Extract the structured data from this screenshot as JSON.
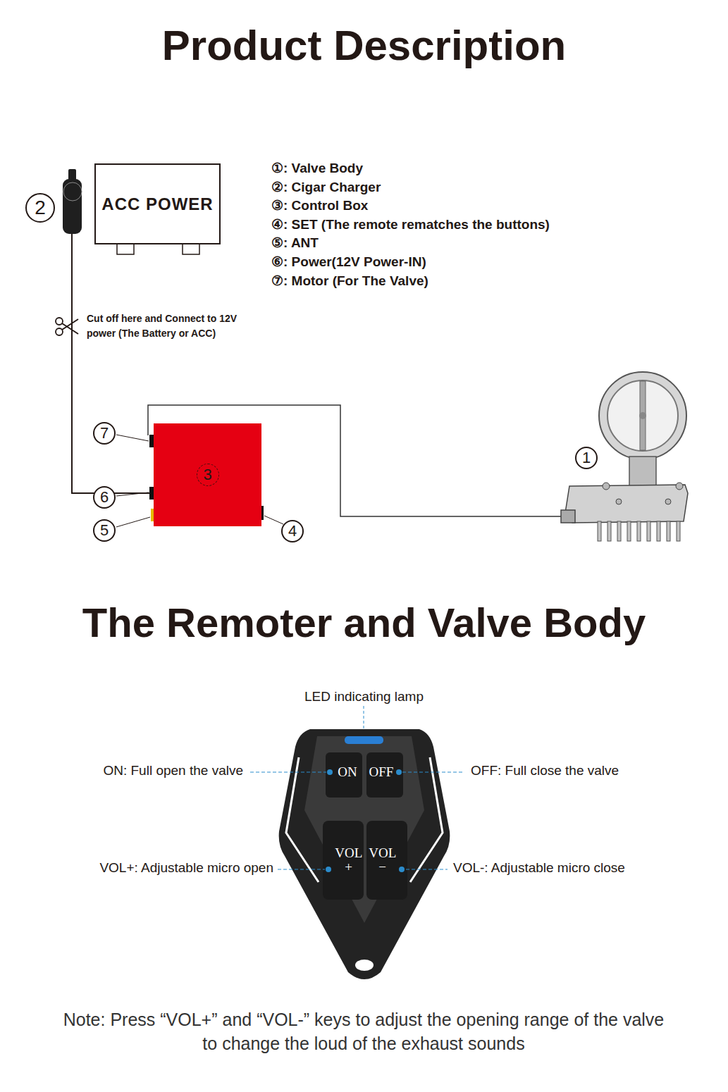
{
  "diagram": {
    "title": "Product Description",
    "caption": "Note: Press “VOL+” and “VOL-” keys to adjust the opening range of the valve to change the loud of the exhaust sounds",
    "nodes": [
      {
        "text": [
          "ACC POWER"
        ]
      },
      {
        "text": [
          "3"
        ]
      },
      {
        "text": [
          "ON"
        ]
      },
      {
        "text": [
          "OFF"
        ]
      },
      {
        "text": [
          "VOL +"
        ]
      },
      {
        "text": [
          "VOL −"
        ]
      }
    ],
    "labels": [
      "2",
      "①: Valve Body",
      "②: Cigar Charger",
      "③: Control Box",
      "④: SET (The remote rematches the buttons)",
      "⑤: ANT",
      "⑥: Power(12V Power-IN)",
      "⑦: Motor (For The Valve)",
      "Cut off here and Connect to 12V power (The Battery or ACC)",
      "7",
      "6",
      "5",
      "4",
      "1",
      "The Remoter and Valve Body",
      "LED indicating lamp",
      "ON: Full open the valve",
      "OFF: Full close the valve",
      "VOL+: Adjustable micro open",
      "VOL-: Adjustable micro close"
    ]
  }
}
